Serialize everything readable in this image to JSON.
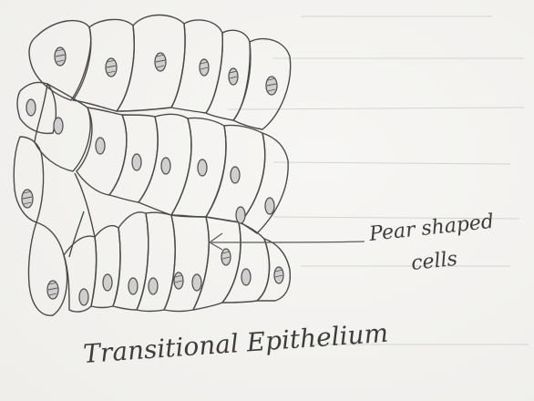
{
  "diagram": {
    "title": "Transitional Epithelium",
    "pointer_label_line1": "Pear shaped",
    "pointer_label_line2": "cells"
  },
  "colors": {
    "paper": "#f4f3f1",
    "ink": "#4a4a4a",
    "nucleus_fill": "#cfcfcf"
  }
}
